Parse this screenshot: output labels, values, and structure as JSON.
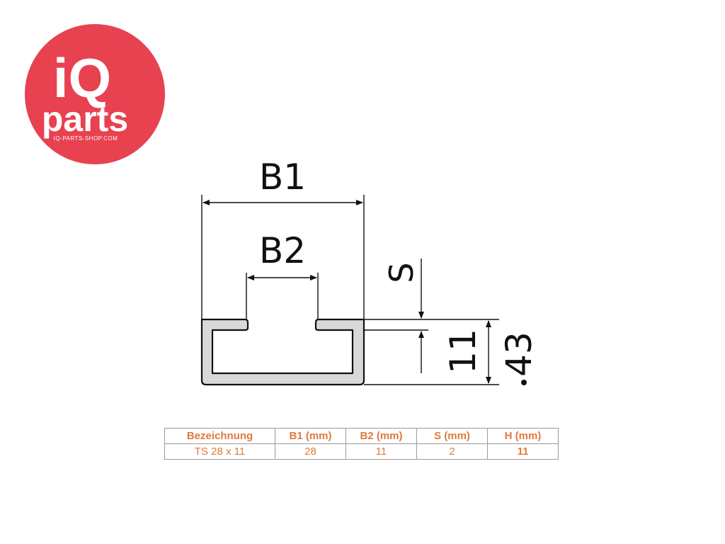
{
  "logo": {
    "text_top": "iQ",
    "text_bottom": "parts",
    "url_text": "IQ-PARTS-SHOP.COM",
    "color": "#e84150",
    "text_color": "#ffffff"
  },
  "drawing": {
    "label_b1": "B1",
    "label_b2": "B2",
    "label_s": "S",
    "label_h": "11",
    "label_h2": "43",
    "line_color": "#111111",
    "profile_fill": "#d8d8d8"
  },
  "table": {
    "accent_color": "#e07a3c",
    "headers": [
      "Bezeichnung",
      "B1 (mm)",
      "B2 (mm)",
      "S (mm)",
      "H (mm)"
    ],
    "rows": [
      [
        "TS 28 x 11",
        "28",
        "11",
        "2",
        "11"
      ]
    ]
  }
}
